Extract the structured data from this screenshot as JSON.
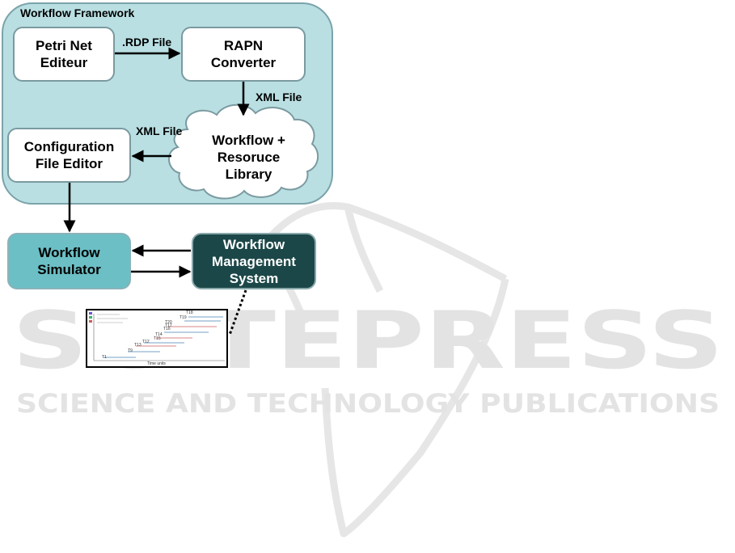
{
  "framework": {
    "title": "Workflow Framework"
  },
  "nodes": {
    "petri": "Petri Net\nEditeur",
    "rapn": "RAPN\nConverter",
    "config": "Configuration\nFile Editor",
    "library": "Workflow +\nResoruce\nLibrary",
    "simulator": "Workflow\nSimulator",
    "wms": "Workflow\nManagement\nSystem"
  },
  "edges": {
    "rdp_file": ".RDP File",
    "xml_file_1": "XML File",
    "xml_file_2": "XML File"
  },
  "watermark": {
    "main": "SCITEPRESS",
    "sub": "SCIENCE AND TECHNOLOGY PUBLICATIONS"
  },
  "thumbnail": {
    "tasks": [
      "T1",
      "T9",
      "T12",
      "T13",
      "T14",
      "T15",
      "T16",
      "T17",
      "T18",
      "T19",
      "T20"
    ],
    "xlabel": "Time units"
  },
  "colors": {
    "framework_bg": "#b9dfe2",
    "simulator_bg": "#6bbfc5",
    "wms_bg": "#1c4748",
    "watermark": "#e3e3e3"
  }
}
